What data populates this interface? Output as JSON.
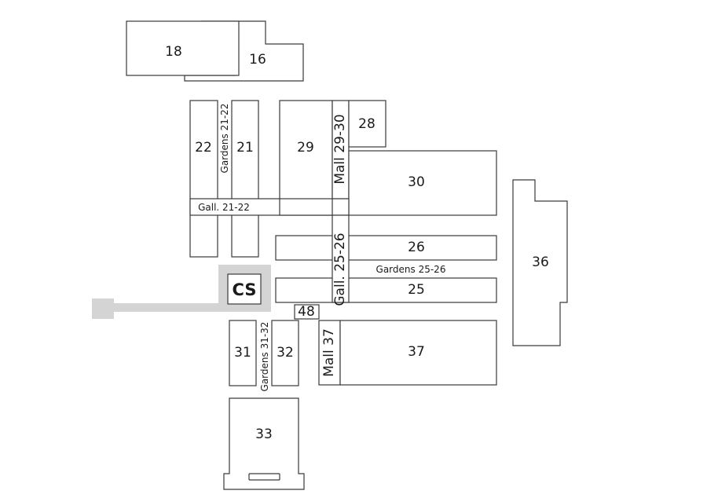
{
  "labels": {
    "b18": "18",
    "b16": "16",
    "b22": "22",
    "b21": "21",
    "gardens_21_22": "Gardens 21-22",
    "b29": "29",
    "mall_29_30": "Mall 29-30",
    "b28": "28",
    "b30": "30",
    "gall_21_22": "Gall. 21-22",
    "b26": "26",
    "gall_25_26": "Gall. 25-26",
    "gardens_25_26": "Gardens 25-26",
    "b25": "25",
    "b36": "36",
    "cs": "CS",
    "b48": "48",
    "b31": "31",
    "gardens_31_32": "Gardens 31-32",
    "b32": "32",
    "mall_37": "Mall 37",
    "b37": "37",
    "b33": "33"
  },
  "colors": {
    "outline": "#3a3a3a",
    "corridor": "#d4d4d4",
    "fill": "#ffffff"
  }
}
